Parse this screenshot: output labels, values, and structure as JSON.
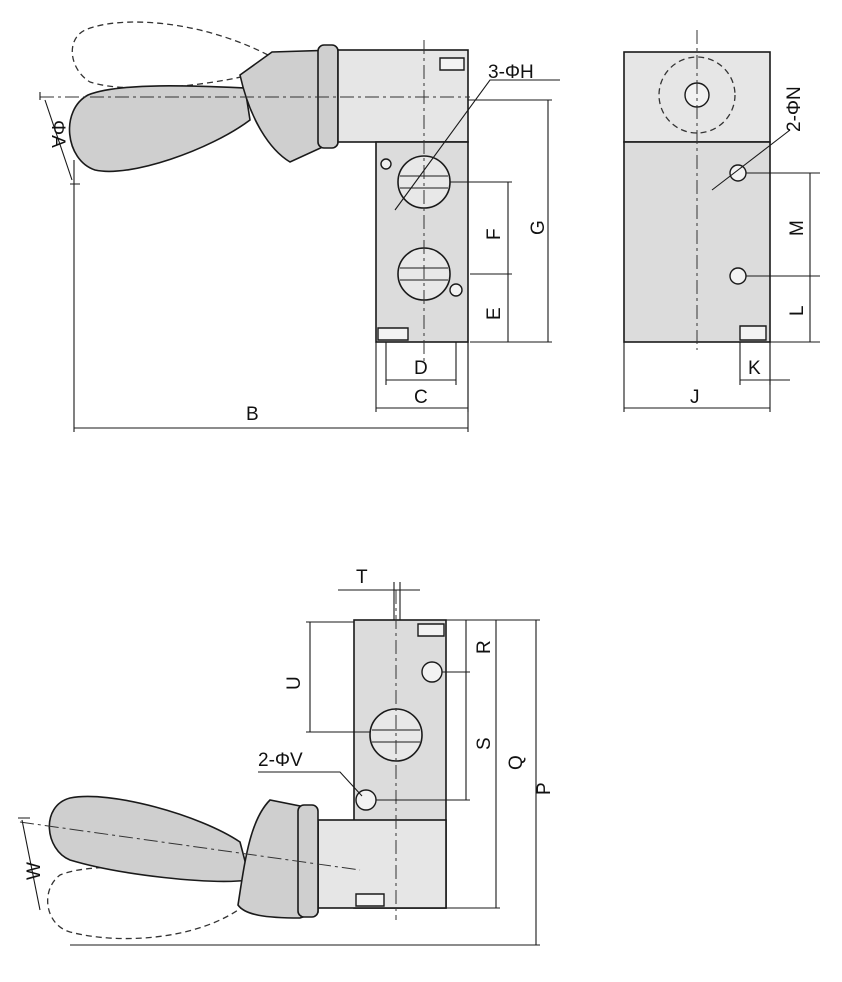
{
  "labels": {
    "phi_a": "ΦA",
    "b": "B",
    "c": "C",
    "d": "D",
    "e": "E",
    "f": "F",
    "g": "G",
    "h_holes": "3-ΦH",
    "j": "J",
    "k": "K",
    "l": "L",
    "m": "M",
    "n_holes": "2-ΦN",
    "p": "P",
    "q": "Q",
    "r": "R",
    "s": "S",
    "t": "T",
    "u": "U",
    "v_holes": "2-ΦV",
    "w": "W"
  }
}
